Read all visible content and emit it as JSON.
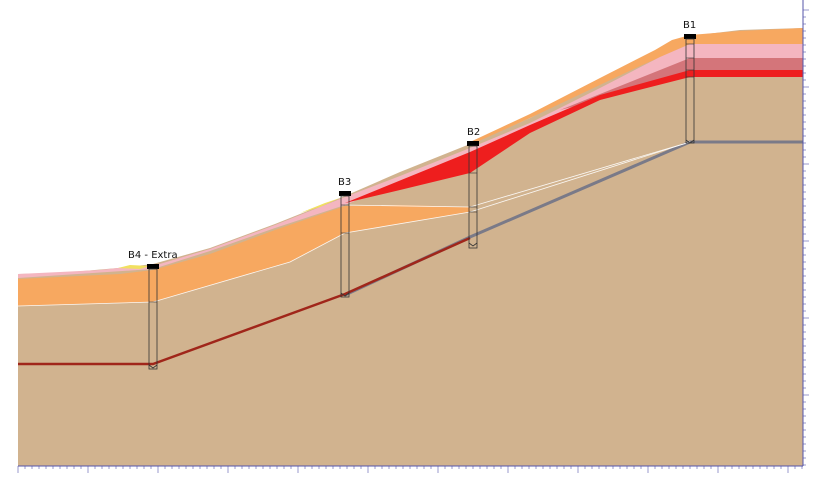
{
  "boreholes": [
    {
      "id": "b4",
      "label": "B4 - Extra"
    },
    {
      "id": "b3",
      "label": "B3"
    },
    {
      "id": "b2",
      "label": "B2"
    },
    {
      "id": "b1",
      "label": "B1"
    }
  ],
  "colors": {
    "background": "#ffffff",
    "base_soil": "#d1b38f",
    "orange_layer": "#f7a860",
    "pink_layer": "#f4b6c0",
    "red_layer": "#ee1e1e",
    "dark_red_line": "#a0261a",
    "grey_line": "#7a7a88",
    "axis": "#5555aa"
  }
}
